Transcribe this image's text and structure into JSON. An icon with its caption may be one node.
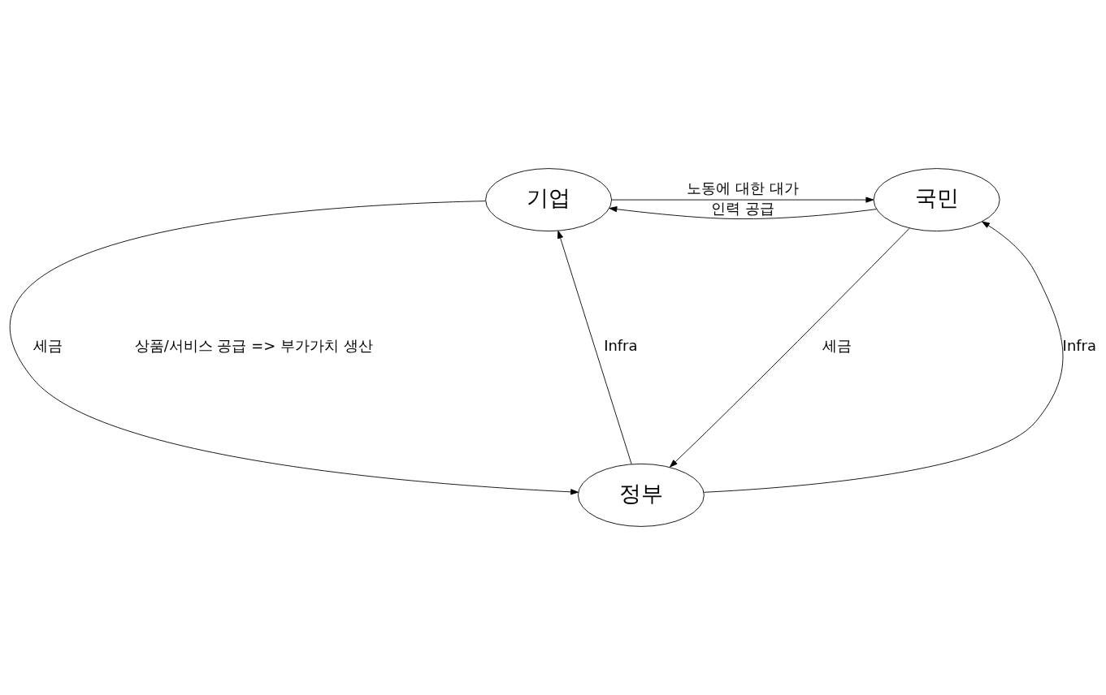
{
  "diagram": {
    "nodes": [
      {
        "text": [
          "기업"
        ]
      },
      {
        "text": [
          "국민"
        ]
      },
      {
        "text": [
          "정부"
        ]
      }
    ],
    "edges": [
      {
        "from": 1,
        "to": 0,
        "arrow": "to",
        "label": "인력 공급"
      },
      {
        "from": 0,
        "to": 1,
        "arrow": "to",
        "label": "노동에 대한 대가"
      },
      {
        "from": 2,
        "to": 0,
        "arrow": "to",
        "label": "Infra"
      },
      {
        "from": 2,
        "to": 1,
        "arrow": "to",
        "label": "Infra"
      },
      {
        "from": 0,
        "to": 2,
        "arrow": "to",
        "label": "세금"
      },
      {
        "from": 1,
        "to": 2,
        "arrow": "to",
        "label": "세금"
      }
    ],
    "labels": [
      "상품/서비스 공급 => 부가가치 생산"
    ]
  }
}
